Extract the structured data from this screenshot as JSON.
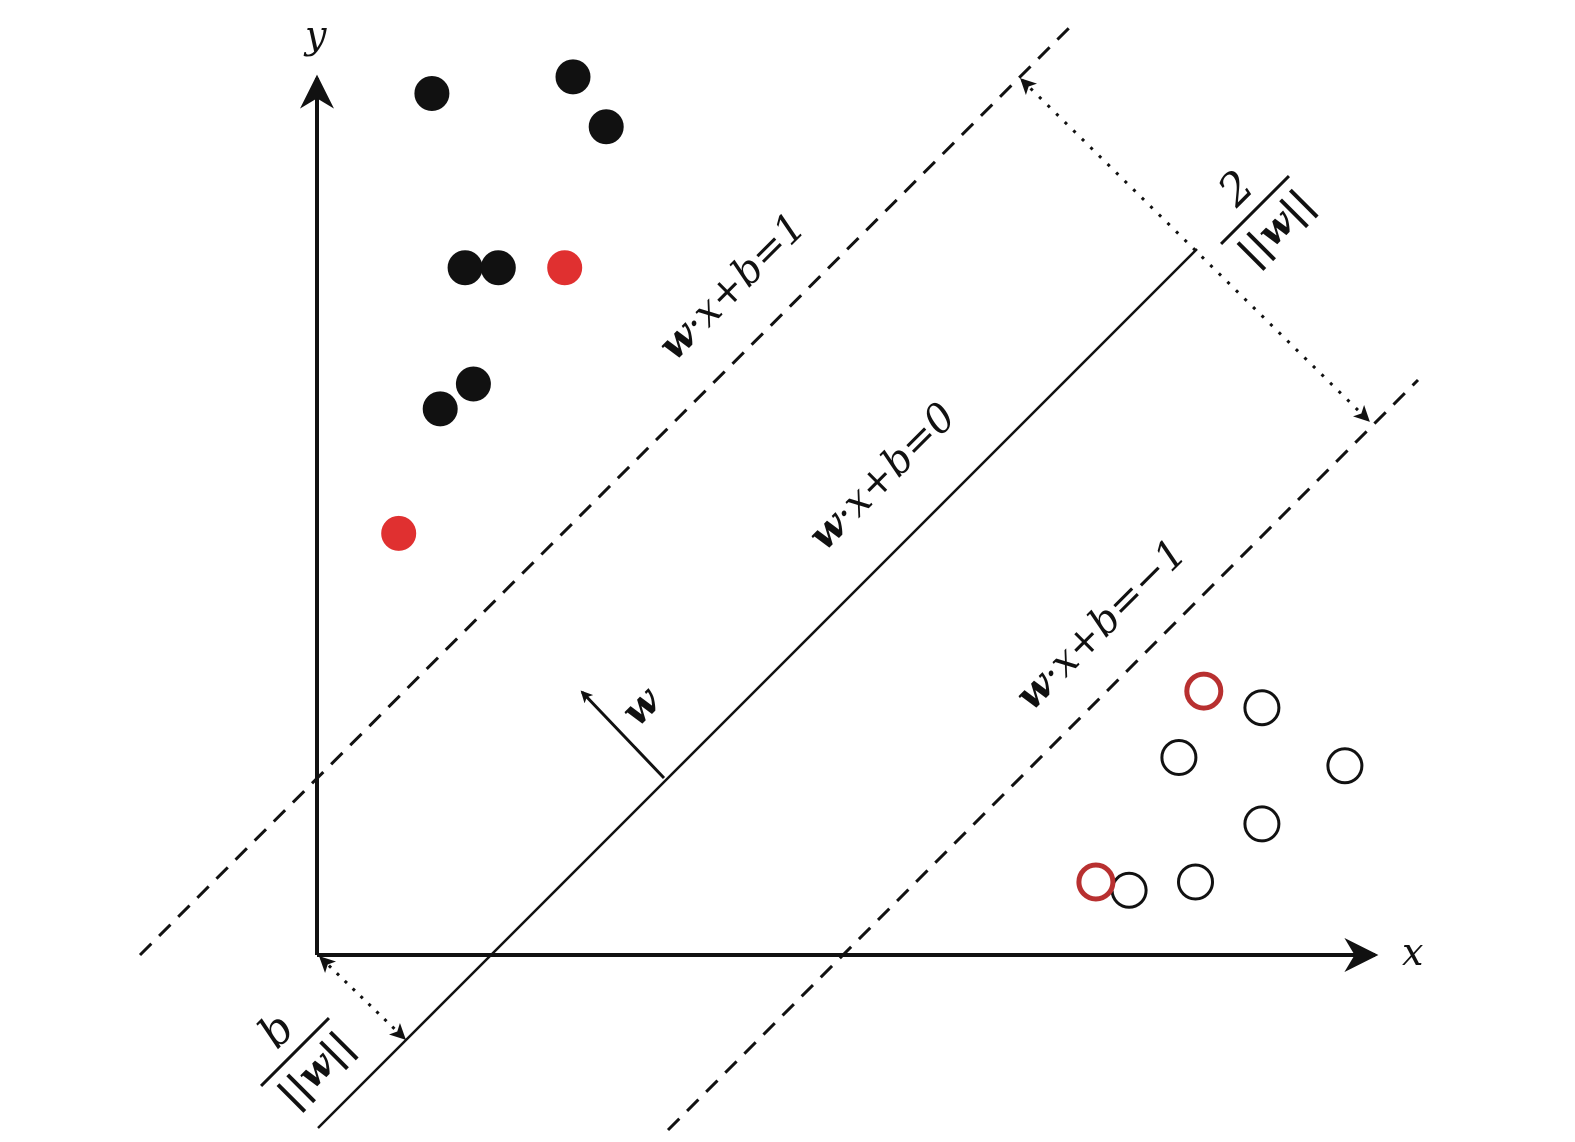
{
  "labels": {
    "y_axis": "y",
    "x_axis": "x",
    "margin_plus": {
      "w": "w",
      "rest": "·x+b=1"
    },
    "hyperplane": {
      "w": "w",
      "rest": "·x+b=0"
    },
    "margin_minus": {
      "w": "w",
      "rest": "·x+b=−1"
    },
    "normal_vector": "w",
    "margin_width": {
      "numerator": "2",
      "denominator": "||w||"
    },
    "offset": {
      "numerator": "b",
      "denominator": "||w||"
    }
  },
  "colors": {
    "ink": "#111111",
    "positive_point": "#111111",
    "support_vector_fill": "#e03030",
    "support_vector_ring": "#b83030",
    "negative_point": "#111111"
  },
  "points": {
    "positive": [
      [
        2.6,
        10.5
      ],
      [
        4.3,
        10.7
      ],
      [
        4.7,
        10.1
      ],
      [
        3.0,
        8.4
      ],
      [
        3.4,
        8.4
      ],
      [
        3.1,
        7.0
      ],
      [
        2.7,
        6.7
      ]
    ],
    "positive_support_vectors": [
      [
        4.2,
        8.4
      ],
      [
        2.2,
        5.2
      ]
    ],
    "negative": [
      [
        11.0,
        0.9
      ],
      [
        11.8,
        1.0
      ],
      [
        11.6,
        2.5
      ],
      [
        12.6,
        1.7
      ],
      [
        12.6,
        3.1
      ],
      [
        13.6,
        2.4
      ]
    ],
    "negative_support_vectors": [
      [
        11.9,
        3.3
      ],
      [
        10.6,
        1.0
      ]
    ]
  }
}
